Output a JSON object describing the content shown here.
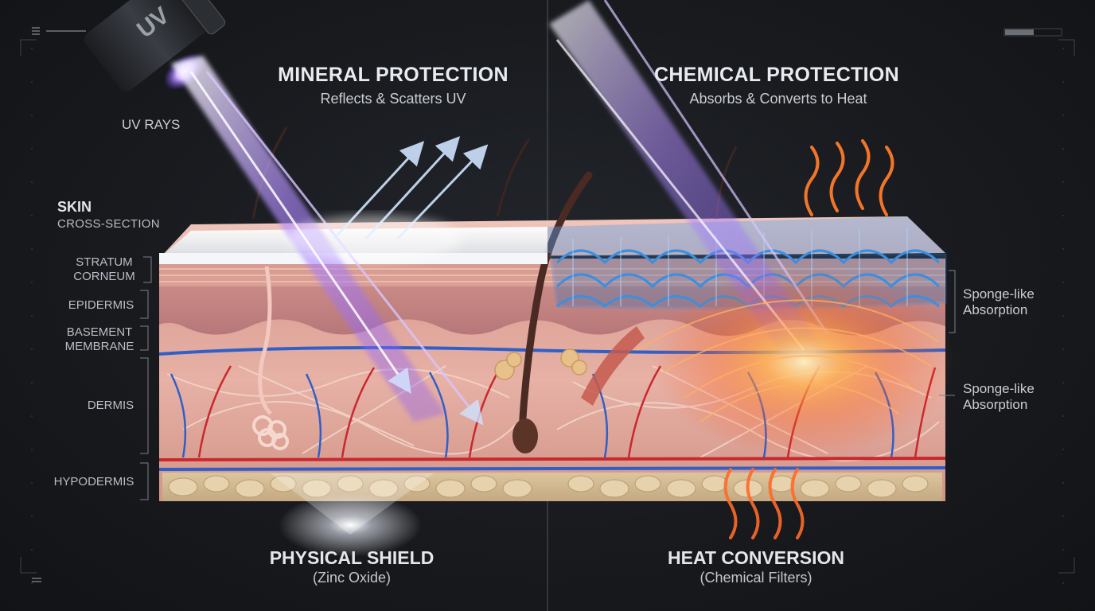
{
  "flashlight": {
    "text": "UV"
  },
  "uv_rays_label": "UV RAYS",
  "mineral": {
    "title": "MINERAL PROTECTION",
    "subtitle": "Reflects & Scatters UV"
  },
  "chemical": {
    "title": "CHEMICAL PROTECTION",
    "subtitle": "Absorbs & Converts to Heat"
  },
  "skin": {
    "title": "SKIN",
    "subtitle": "CROSS-SECTION"
  },
  "layers": [
    {
      "line1": "STRATUM",
      "line2": "CORNEUM"
    },
    {
      "line1": "EPIDERMIS",
      "line2": ""
    },
    {
      "line1": "BASEMENT",
      "line2": "MEMBRANE"
    },
    {
      "line1": "DERMIS",
      "line2": ""
    },
    {
      "line1": "HYPODERMIS",
      "line2": ""
    }
  ],
  "right_notes": [
    {
      "line1": "Sponge-like",
      "line2": "Absorption"
    },
    {
      "line1": "Sponge-like",
      "line2": "Absorption"
    }
  ],
  "physical": {
    "title": "PHYSICAL SHIELD",
    "subtitle": "(Zinc Oxide)"
  },
  "heat": {
    "title": "HEAT CONVERSION",
    "subtitle": "(Chemical Filters)"
  },
  "colors": {
    "uv_beam": "#8f5cff",
    "reflect_arrow": "#9fd0ff",
    "heat": "#ff7a2a",
    "mesh": "#3b8fe0",
    "skin": "#e8b0a6",
    "artery": "#c8282e",
    "vein": "#2f5fc8"
  }
}
